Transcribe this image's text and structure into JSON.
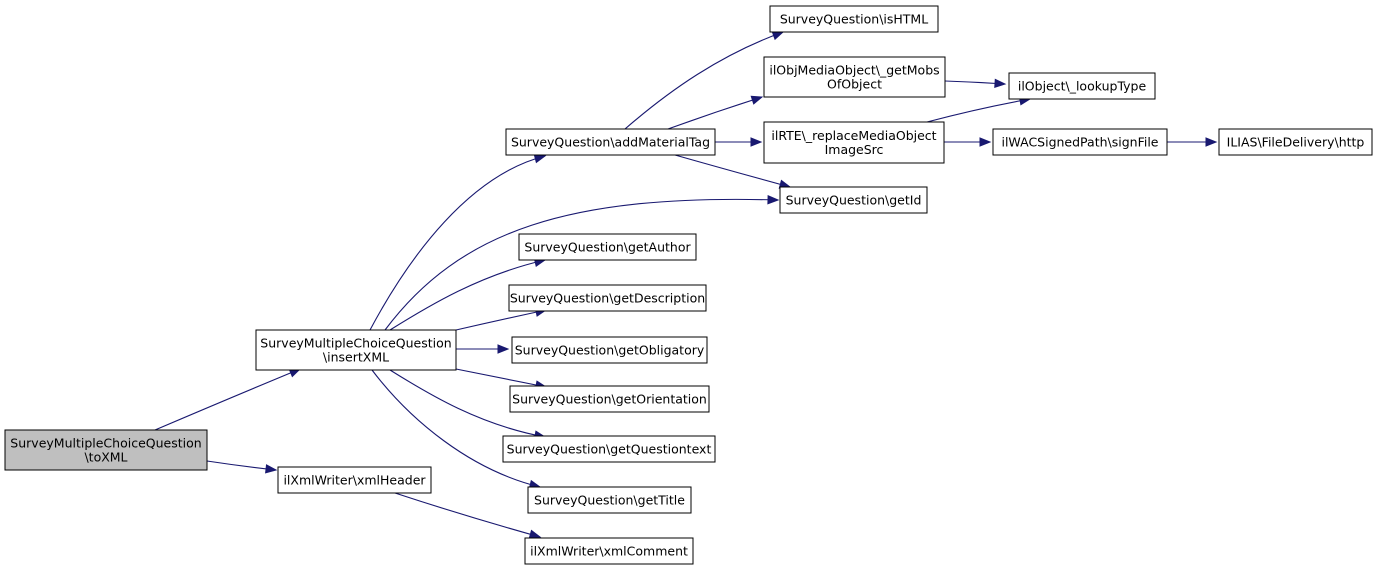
{
  "nodes": [
    {
      "id": "toXML",
      "lines": [
        "SurveyMultipleChoiceQuestion",
        "\\toXML"
      ],
      "root": true
    },
    {
      "id": "insertXML",
      "lines": [
        "SurveyMultipleChoiceQuestion",
        "\\insertXML"
      ]
    },
    {
      "id": "xmlHeader",
      "lines": [
        "ilXmlWriter\\xmlHeader"
      ]
    },
    {
      "id": "xmlComment",
      "lines": [
        "ilXmlWriter\\xmlComment"
      ]
    },
    {
      "id": "addMaterialTag",
      "lines": [
        "SurveyQuestion\\addMaterialTag"
      ]
    },
    {
      "id": "getAuthor",
      "lines": [
        "SurveyQuestion\\getAuthor"
      ]
    },
    {
      "id": "getDescription",
      "lines": [
        "SurveyQuestion\\getDescription"
      ]
    },
    {
      "id": "getObligatory",
      "lines": [
        "SurveyQuestion\\getObligatory"
      ]
    },
    {
      "id": "getOrientation",
      "lines": [
        "SurveyQuestion\\getOrientation"
      ]
    },
    {
      "id": "getQuestiontext",
      "lines": [
        "SurveyQuestion\\getQuestiontext"
      ]
    },
    {
      "id": "getTitle",
      "lines": [
        "SurveyQuestion\\getTitle"
      ]
    },
    {
      "id": "isHTML",
      "lines": [
        "SurveyQuestion\\isHTML"
      ]
    },
    {
      "id": "getMobsOfObject",
      "lines": [
        "ilObjMediaObject\\_getMobs",
        "OfObject"
      ]
    },
    {
      "id": "replaceMediaObjectImageSrc",
      "lines": [
        "ilRTE\\_replaceMediaObject",
        "ImageSrc"
      ]
    },
    {
      "id": "getId",
      "lines": [
        "SurveyQuestion\\getId"
      ]
    },
    {
      "id": "lookupType",
      "lines": [
        "ilObject\\_lookupType"
      ]
    },
    {
      "id": "signFile",
      "lines": [
        "ilWACSignedPath\\signFile"
      ]
    },
    {
      "id": "http",
      "lines": [
        "ILIAS\\FileDelivery\\http"
      ]
    }
  ],
  "edges": [
    {
      "from": "toXML",
      "to": "insertXML"
    },
    {
      "from": "toXML",
      "to": "xmlHeader"
    },
    {
      "from": "xmlHeader",
      "to": "xmlComment"
    },
    {
      "from": "insertXML",
      "to": "addMaterialTag"
    },
    {
      "from": "insertXML",
      "to": "getId"
    },
    {
      "from": "insertXML",
      "to": "getAuthor"
    },
    {
      "from": "insertXML",
      "to": "getDescription"
    },
    {
      "from": "insertXML",
      "to": "getObligatory"
    },
    {
      "from": "insertXML",
      "to": "getOrientation"
    },
    {
      "from": "insertXML",
      "to": "getQuestiontext"
    },
    {
      "from": "insertXML",
      "to": "getTitle"
    },
    {
      "from": "addMaterialTag",
      "to": "isHTML"
    },
    {
      "from": "addMaterialTag",
      "to": "getMobsOfObject"
    },
    {
      "from": "addMaterialTag",
      "to": "replaceMediaObjectImageSrc"
    },
    {
      "from": "addMaterialTag",
      "to": "getId"
    },
    {
      "from": "getMobsOfObject",
      "to": "lookupType"
    },
    {
      "from": "replaceMediaObjectImageSrc",
      "to": "lookupType"
    },
    {
      "from": "replaceMediaObjectImageSrc",
      "to": "signFile"
    },
    {
      "from": "signFile",
      "to": "http"
    }
  ]
}
